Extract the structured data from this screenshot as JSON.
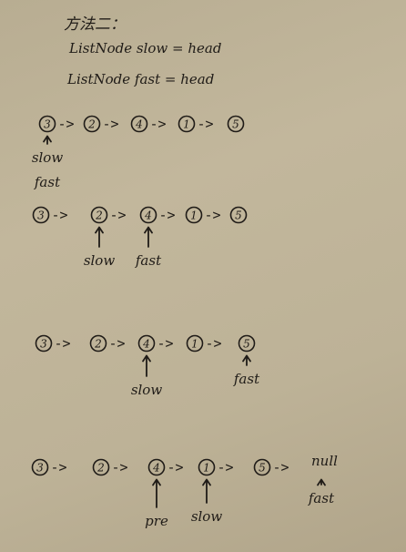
{
  "header": {
    "title": "方法二：",
    "line1": "ListNode slow = head",
    "line2": "ListNode fast = head"
  },
  "arrow": "->",
  "rows": [
    {
      "nodes": [
        "3",
        "2",
        "4",
        "1",
        "5"
      ],
      "tail": "",
      "pointers": [
        {
          "label": "slow",
          "node": 0
        },
        {
          "label": "fast",
          "node": 0
        }
      ]
    },
    {
      "nodes": [
        "3",
        "2",
        "4",
        "1",
        "5"
      ],
      "tail": "",
      "pointers": [
        {
          "label": "slow",
          "node": 1
        },
        {
          "label": "fast",
          "node": 2
        }
      ]
    },
    {
      "nodes": [
        "3",
        "2",
        "4",
        "1",
        "5"
      ],
      "tail": "",
      "pointers": [
        {
          "label": "slow",
          "node": 2
        },
        {
          "label": "fast",
          "node": 4
        }
      ]
    },
    {
      "nodes": [
        "3",
        "2",
        "4",
        "1",
        "5"
      ],
      "tail": "null",
      "pointers": [
        {
          "label": "pre",
          "node": 2
        },
        {
          "label": "slow",
          "node": 3
        },
        {
          "label": "fast",
          "node": 5
        }
      ]
    }
  ]
}
